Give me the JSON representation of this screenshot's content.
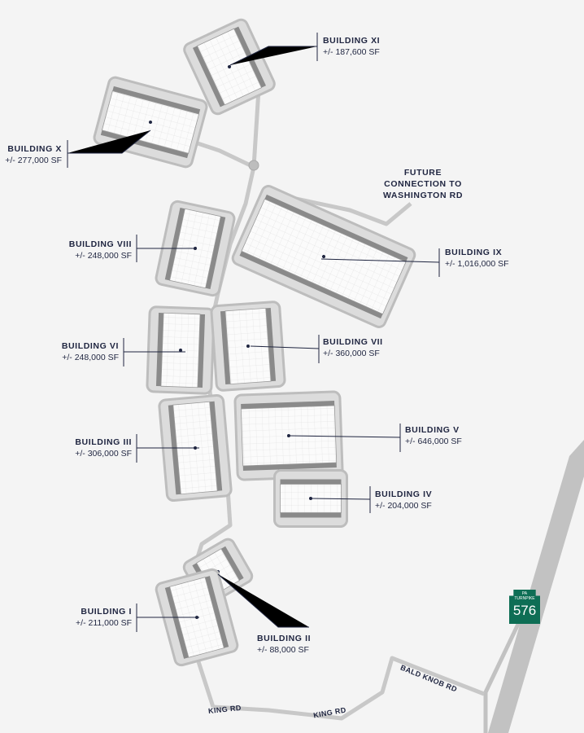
{
  "buildings": [
    {
      "name": "BUILDING XI",
      "size": "+/- 187,600 SF"
    },
    {
      "name": "BUILDING X",
      "size": "+/- 277,000 SF"
    },
    {
      "name": "BUILDING VIII",
      "size": "+/- 248,000 SF"
    },
    {
      "name": "BUILDING IX",
      "size": "+/- 1,016,000 SF"
    },
    {
      "name": "BUILDING VI",
      "size": "+/- 248,000 SF"
    },
    {
      "name": "BUILDING VII",
      "size": "+/- 360,000 SF"
    },
    {
      "name": "BUILDING III",
      "size": "+/- 306,000 SF"
    },
    {
      "name": "BUILDING V",
      "size": "+/- 646,000 SF"
    },
    {
      "name": "BUILDING IV",
      "size": "+/- 204,000 SF"
    },
    {
      "name": "BUILDING I",
      "size": "+/- 211,000 SF"
    },
    {
      "name": "BUILDING II",
      "size": "+/- 88,000 SF"
    }
  ],
  "future": {
    "line1": "FUTURE",
    "line2": "CONNECTION TO",
    "line3": "WASHINGTON RD"
  },
  "roads": {
    "king1": "KING RD",
    "king2": "KING RD",
    "bald": "BALD KNOB RD"
  },
  "shield": {
    "top": "PA",
    "mid": "TURNPIKE",
    "number": "576"
  },
  "colors": {
    "background": "#f4f4f4",
    "road": "#c8c8c8",
    "building": "#ffffff",
    "dock": "#8a8a8a",
    "label": "#1f2540",
    "shield": "#0e6e55"
  }
}
